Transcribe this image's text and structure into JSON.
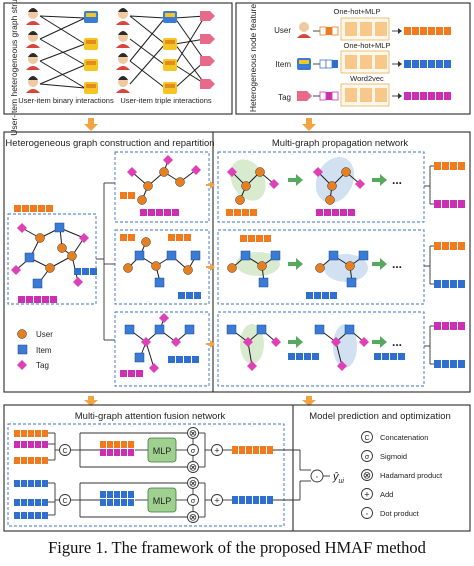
{
  "caption": "Figure 1. The framework of the proposed HMAF method",
  "panel_structure": {
    "vertical_label": "User-item heterogeneous graph structure",
    "binary_label": "User-item binary interactions",
    "triple_label": "User-item triple interactions"
  },
  "panel_node_feature": {
    "vertical_label": "Heterogeneous node feature",
    "rows": [
      {
        "label": "User",
        "encoder": "One-hot+MLP"
      },
      {
        "label": "Item",
        "encoder": "One-hot+MLP"
      },
      {
        "label": "Tag",
        "encoder": "Word2vec"
      }
    ]
  },
  "panel_construction": {
    "title": "Heterogeneous graph construction and repartition",
    "legend": [
      {
        "label": "User",
        "shape": "circle",
        "color": "#e67e22"
      },
      {
        "label": "Item",
        "shape": "square",
        "color": "#3a7bd5"
      },
      {
        "label": "Tag",
        "shape": "diamond",
        "color": "#e040b5"
      }
    ]
  },
  "panel_propagation": {
    "title": "Multi-graph propagation network",
    "ellipsis": "..."
  },
  "panel_fusion": {
    "title": "Multi-graph attention fusion network",
    "mlp_label": "MLP",
    "concat_symbol": "C",
    "sigmoid_symbol": "σ",
    "hadamard_symbol": "⊗",
    "add_symbol": "+",
    "dot_symbol": "·"
  },
  "panel_prediction": {
    "title": "Model prediction and optimization",
    "output_label": "ŷ",
    "output_sub": "ui",
    "legend": [
      {
        "symbol": "C",
        "label": "Concatenation"
      },
      {
        "symbol": "σ",
        "label": "Sigmoid"
      },
      {
        "symbol": "⊗",
        "label": "Hadamard product"
      },
      {
        "symbol": "+",
        "label": "Add"
      },
      {
        "symbol": "·",
        "label": "Dot product"
      }
    ]
  },
  "colors": {
    "user": "#e67e22",
    "item": "#3a7bd5",
    "tag": "#e040b5",
    "user_vec": "#f07b1e",
    "item_vec": "#2f6fd0",
    "tag_vec": "#cc2fb4",
    "arrow_orange": "#f4a341",
    "arrow_green": "#58a860",
    "mlp_fill": "#9fd08f"
  }
}
